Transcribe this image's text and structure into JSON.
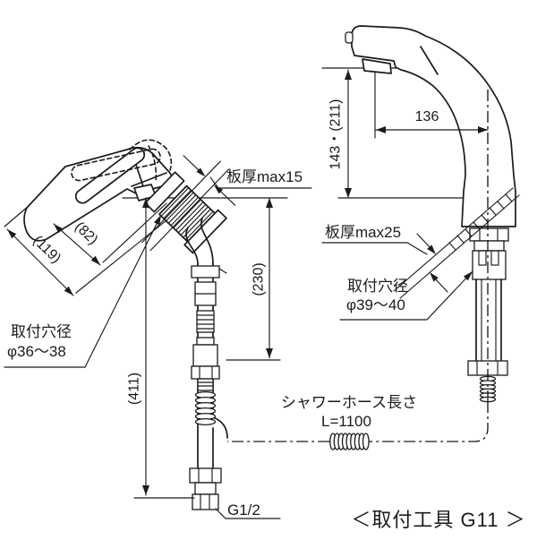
{
  "view_left": {
    "dim_total_height": "(411)",
    "dim_counter_to_hose": "(230)",
    "dim_body_length": "(82)",
    "dim_total_length": "(119)",
    "label_plate_thickness": "板厚max15",
    "label_hole_title": "取付穴径",
    "label_hole_range": "φ36～38",
    "label_thread": "G1/2"
  },
  "view_right": {
    "dim_spout_reach": "136",
    "dim_spout_height": "143・(211)",
    "label_plate_thickness": "板厚max25",
    "label_hole_title": "取付穴径",
    "label_hole_range": "φ39～40"
  },
  "hose": {
    "label_line1": "シャワーホース長さ",
    "label_line2": "L=1100"
  },
  "footer": {
    "tool_note": "＜取付工具 G11 ＞"
  }
}
